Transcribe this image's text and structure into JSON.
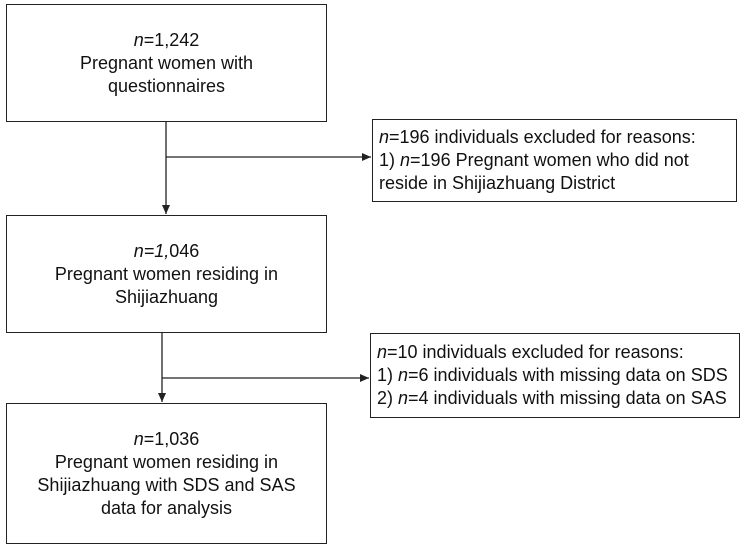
{
  "flow": {
    "box1": {
      "n_label": "n",
      "n_value": "=1,242",
      "line2": "Pregnant women with",
      "line3": "questionnaires"
    },
    "exclusion1": {
      "n_label": "n",
      "head_rest": "=196 individuals excluded for reasons:",
      "item1_prefix": "1) ",
      "item1_n": "n",
      "item1_rest": "=196 Pregnant women who did not",
      "item1_line2": "reside in Shijiazhuang District"
    },
    "box2": {
      "n_label": "n=1,",
      "n_value": "046",
      "line2": "Pregnant women residing in",
      "line3": "Shijiazhuang"
    },
    "exclusion2": {
      "n_label": "n",
      "head_rest": "=10 individuals excluded for reasons:",
      "item1_prefix": "1) ",
      "item1_n": "n",
      "item1_rest": "=6 individuals with missing data on SDS",
      "item2_prefix": "2) ",
      "item2_n": "n",
      "item2_rest": "=4 individuals with missing data on SAS"
    },
    "box3": {
      "n_label": "n",
      "n_value": "=1,036",
      "line2": "Pregnant women residing in",
      "line3": "Shijiazhuang with SDS and SAS",
      "line4": "data for analysis"
    }
  },
  "colors": {
    "stroke": "#222222",
    "text": "#111111",
    "background": "#ffffff"
  }
}
